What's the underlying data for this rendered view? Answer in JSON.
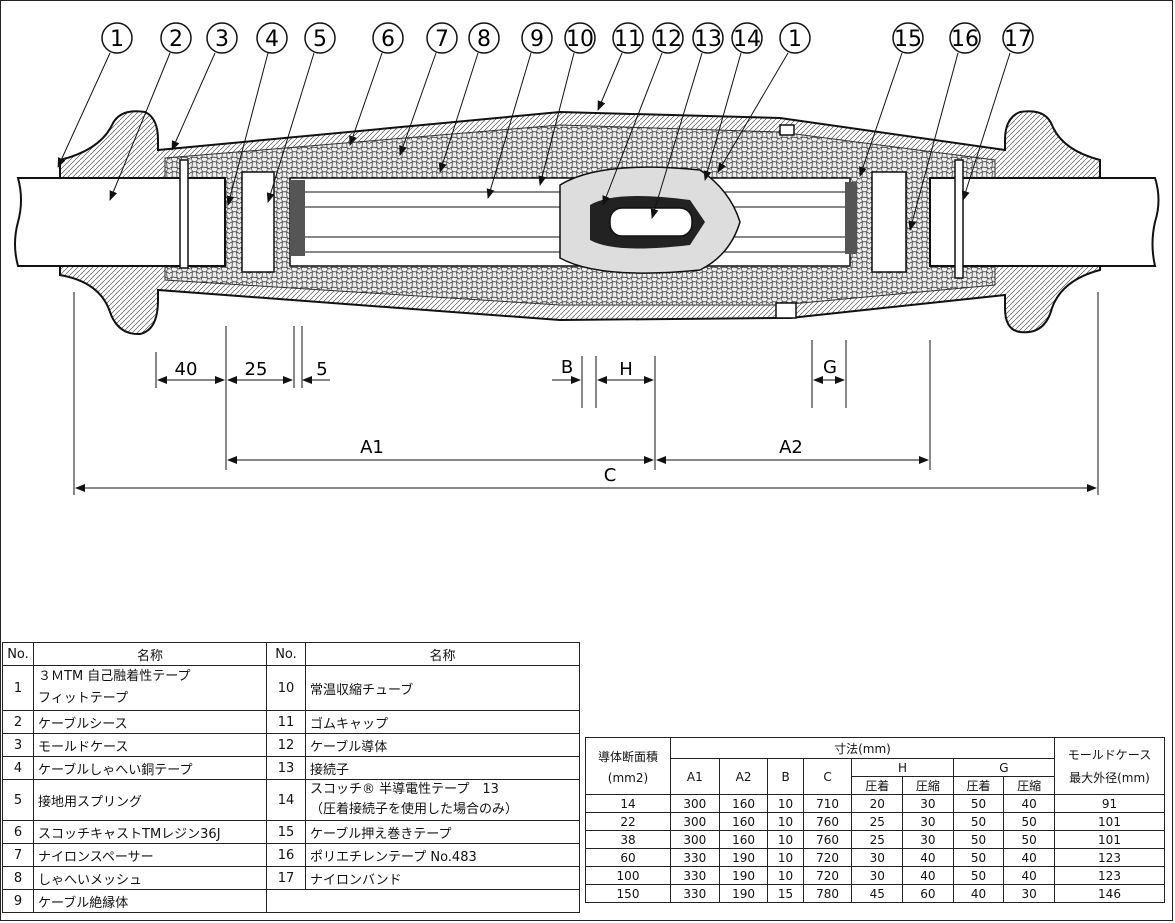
{
  "callouts": [
    "1",
    "2",
    "3",
    "4",
    "5",
    "6",
    "7",
    "8",
    "9",
    "10",
    "11",
    "12",
    "13",
    "14",
    "1",
    "15",
    "16",
    "17"
  ],
  "dimensions": {
    "d40": "40",
    "d25": "25",
    "d5": "5",
    "B": "B",
    "H": "H",
    "G": "G",
    "A1": "A1",
    "A2": "A2",
    "C": "C"
  },
  "parts_table": {
    "headers": {
      "no": "No.",
      "name": "名称",
      "no2": "No.",
      "name2": "名称"
    },
    "rows": [
      {
        "no": "1",
        "name_a": "３ＭTM 自己融着性テープ",
        "name_b": "フィットテープ",
        "no2": "10",
        "name2": "常温収縮チューブ"
      },
      {
        "no": "2",
        "name": "ケーブルシース",
        "no2": "11",
        "name2": "ゴムキャップ"
      },
      {
        "no": "3",
        "name": "モールドケース",
        "no2": "12",
        "name2": "ケーブル導体"
      },
      {
        "no": "4",
        "name": "ケーブルしゃへい銅テープ",
        "no2": "13",
        "name2": "接続子"
      },
      {
        "no": "5",
        "name": "接地用スプリング",
        "no2": "14",
        "name2_a": "スコッチ® 半導電性テープ　13",
        "name2_b": "（圧着接続子を使用した場合のみ）"
      },
      {
        "no": "6",
        "name": "スコッチキャストTMレジン36J",
        "no2": "15",
        "name2": "ケーブル押え巻きテープ"
      },
      {
        "no": "7",
        "name": "ナイロンスペーサー",
        "no2": "16",
        "name2": "ポリエチレンテープ No.483"
      },
      {
        "no": "8",
        "name": "しゃへいメッシュ",
        "no2": "17",
        "name2": "ナイロンバンド"
      },
      {
        "no": "9",
        "name": "ケーブル絶縁体"
      }
    ]
  },
  "dims_table": {
    "h_area": "導体断面積",
    "h_area_unit": "(mm2)",
    "h_size": "寸法(mm)",
    "h_A1": "A1",
    "h_A2": "A2",
    "h_B": "B",
    "h_C": "C",
    "h_H": "H",
    "h_G": "G",
    "h_crimp": "圧着",
    "h_comp": "圧縮",
    "h_case": "モールドケース",
    "h_case2": "最大外径(mm)",
    "rows": [
      [
        "14",
        "300",
        "160",
        "10",
        "710",
        "20",
        "30",
        "50",
        "40",
        "91"
      ],
      [
        "22",
        "300",
        "160",
        "10",
        "760",
        "25",
        "30",
        "50",
        "50",
        "101"
      ],
      [
        "38",
        "300",
        "160",
        "10",
        "760",
        "25",
        "30",
        "50",
        "50",
        "101"
      ],
      [
        "60",
        "330",
        "190",
        "10",
        "720",
        "30",
        "40",
        "50",
        "40",
        "123"
      ],
      [
        "100",
        "330",
        "190",
        "10",
        "720",
        "30",
        "40",
        "50",
        "40",
        "123"
      ],
      [
        "150",
        "330",
        "190",
        "15",
        "780",
        "45",
        "60",
        "40",
        "30",
        "146"
      ]
    ]
  }
}
